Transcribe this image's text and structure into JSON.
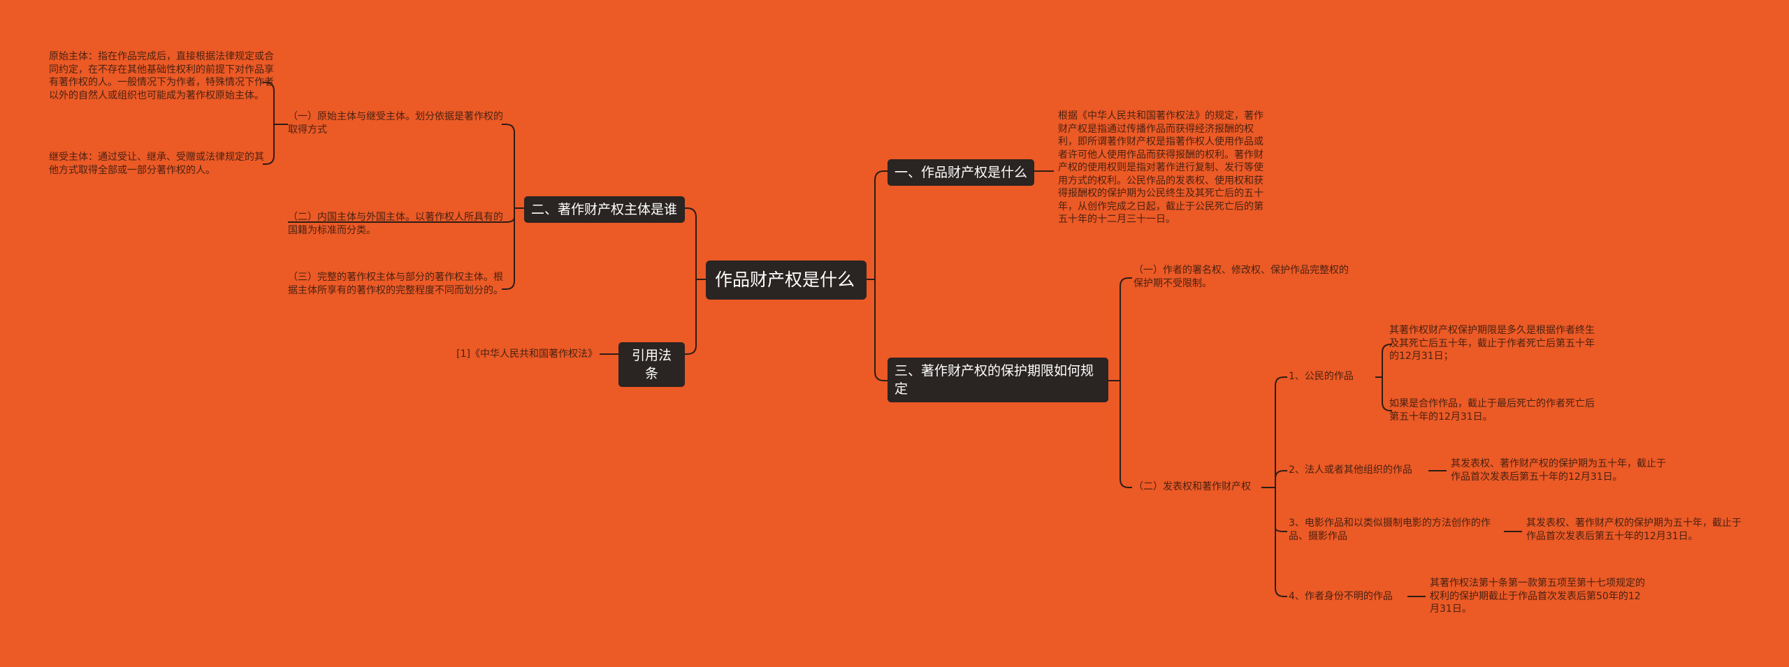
{
  "root": "作品财产权是什么",
  "left": {
    "subject": {
      "title": "二、著作财产权主体是谁",
      "items": [
        {
          "label": "（一）原始主体与继受主体。划分依据是著作权的取得方式",
          "details": [
            "原始主体：指在作品完成后，直接根据法律规定或合同约定，在不存在其他基础性权利的前提下对作品享有著作权的人。一般情况下为作者，特殊情况下作者以外的自然人或组织也可能成为著作权原始主体。",
            "继受主体：通过受让、继承、受赠或法律规定的其他方式取得全部或一部分著作权的人。"
          ]
        },
        {
          "label": "（二）内国主体与外国主体。以著作权人所具有的国籍为标准而分类。"
        },
        {
          "label": "（三）完整的著作权主体与部分的著作权主体。根据主体所享有的著作权的完整程度不同而划分的。"
        }
      ]
    },
    "law": {
      "title": "引用法条",
      "items": [
        "[1]《中华人民共和国著作权法》"
      ]
    }
  },
  "right": {
    "what": {
      "title": "一、作品财产权是什么",
      "detail": "根据《中华人民共和国著作权法》的规定，著作财产权是指通过传播作品而获得经济报酬的权利，即所谓著作财产权是指著作权人使用作品或者许可他人使用作品而获得报酬的权利。著作财产权的使用权则是指对著作进行复制、发行等使用方式的权利。公民作品的发表权、使用权和获得报酬权的保护期为公民终生及其死亡后的五十年，从创作完成之日起，截止于公民死亡后的第五十年的十二月三十一日。"
    },
    "period": {
      "title": "三、著作财产权的保护期限如何规定",
      "items": [
        {
          "label": "（一）作者的署名权、修改权、保护作品完整权的保护期不受限制。"
        },
        {
          "label": "（二）发表权和著作财产权",
          "children": [
            {
              "label": "1、公民的作品",
              "details": [
                "其著作权财产权保护期限是多久是根据作者终生及其死亡后五十年，截止于作者死亡后第五十年的12月31日；",
                "如果是合作作品，截止于最后死亡的作者死亡后第五十年的12月31日。"
              ]
            },
            {
              "label": "2、法人或者其他组织的作品",
              "details": [
                "其发表权、著作财产权的保护期为五十年，截止于作品首次发表后第五十年的12月31日。"
              ]
            },
            {
              "label": "3、电影作品和以类似摄制电影的方法创作的作品、摄影作品",
              "details": [
                "其发表权、著作财产权的保护期为五十年，截止于作品首次发表后第五十年的12月31日。"
              ]
            },
            {
              "label": "4、作者身份不明的作品",
              "details": [
                "其著作权法第十条第一款第五项至第十七项规定的权利的保护期截止于作品首次发表后第50年的12月31日。"
              ]
            }
          ]
        }
      ]
    }
  },
  "colors": {
    "background": "#ec5a26",
    "node": "#2a2422",
    "line": "#2b1d17",
    "leaf_text": "#4a2212"
  }
}
